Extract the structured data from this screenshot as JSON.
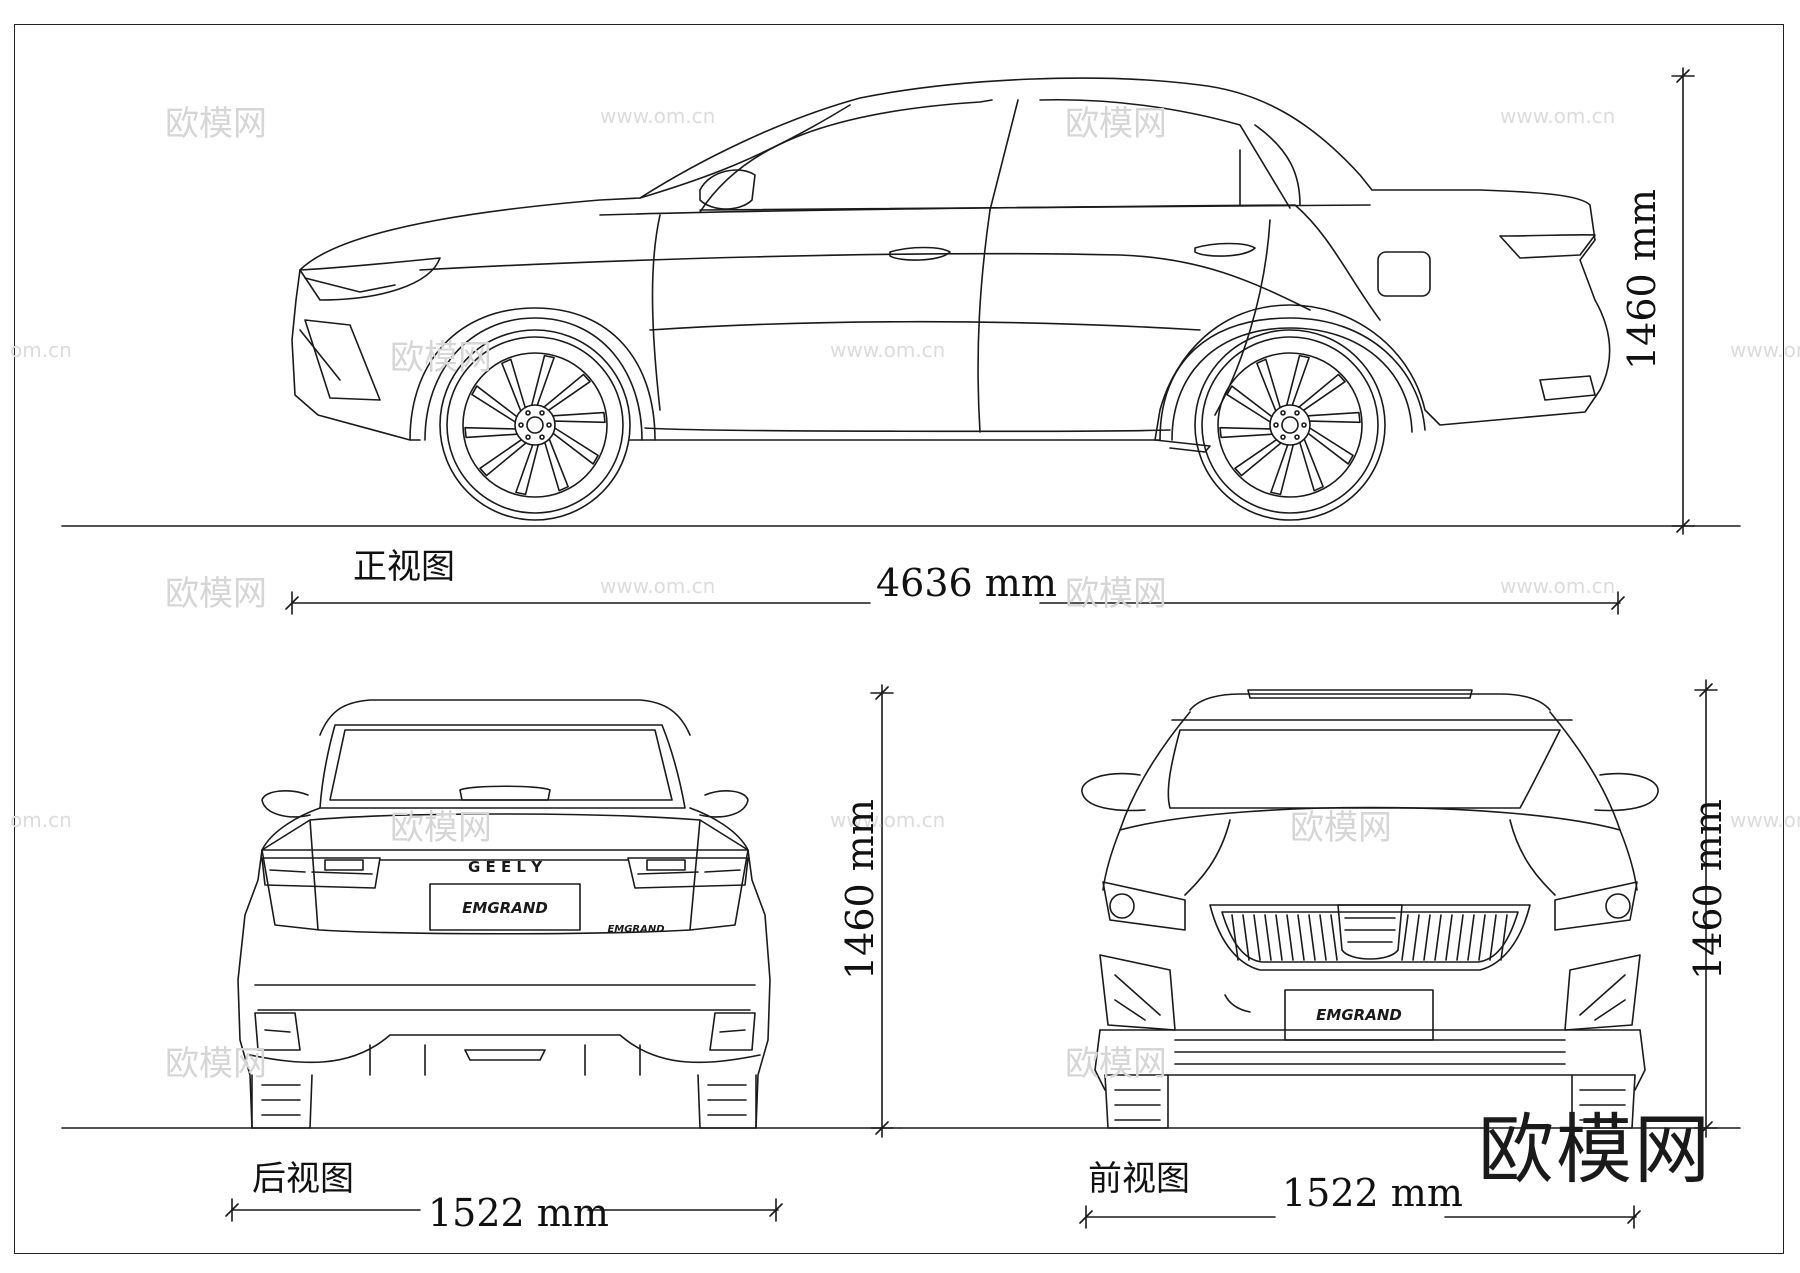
{
  "labels": {
    "side_view": "正视图",
    "rear_view": "后视图",
    "front_view": "前视图"
  },
  "dimensions": {
    "length": "4636 mm",
    "height_side": "1460 mm",
    "height_rear": "1460 mm",
    "height_front": "1460 mm",
    "width_rear": "1522 mm",
    "width_front": "1522 mm"
  },
  "badges": {
    "rear_brand": "G E E L Y",
    "rear_model_plate": "EMGRAND",
    "rear_model_small": "EMGRAND",
    "front_model_plate": "EMGRAND"
  },
  "watermark": {
    "brand": "欧模网",
    "url": "www.om.cn",
    "url_partial": "om.cn"
  },
  "colors": {
    "line": "#1a1a1a",
    "watermark": "#d6d6d6"
  }
}
